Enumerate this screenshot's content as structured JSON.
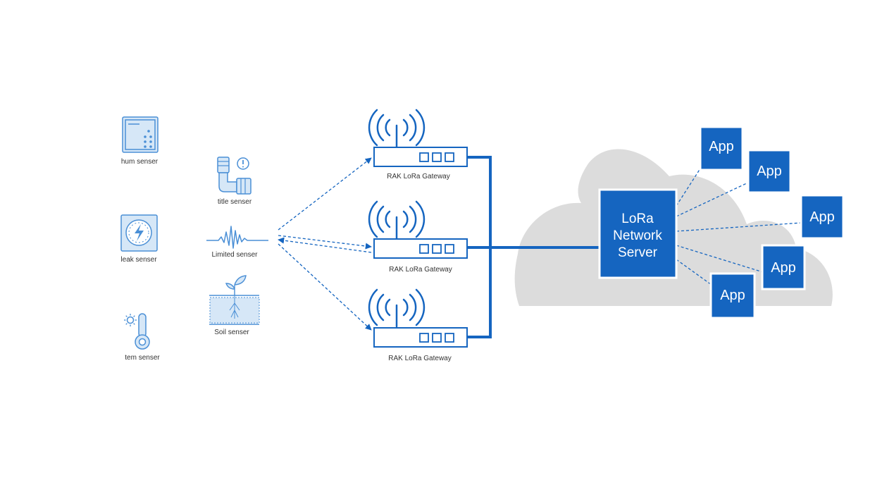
{
  "colors": {
    "primary_blue": "#1565c0",
    "light_blue": "#4a8fd6",
    "icon_fill": "#d6e7f7",
    "cloud_gray": "#dcdcdc",
    "label_text": "#333333"
  },
  "sensors": [
    {
      "label": "hum senser",
      "icon": "humidity-panel-icon"
    },
    {
      "label": "leak senser",
      "icon": "leak-gauge-icon"
    },
    {
      "label": "tem senser",
      "icon": "thermometer-sun-icon"
    },
    {
      "label": "title senser",
      "icon": "tilt-pipe-icon"
    },
    {
      "label": "Limited senser",
      "icon": "vibration-wave-icon"
    },
    {
      "label": "Soil senser",
      "icon": "soil-plant-icon"
    }
  ],
  "gateways": [
    {
      "label": "RAK LoRa Gateway",
      "icon": "antenna-gateway-icon"
    },
    {
      "label": "RAK LoRa Gateway",
      "icon": "antenna-gateway-icon"
    },
    {
      "label": "RAK LoRa Gateway",
      "icon": "antenna-gateway-icon"
    }
  ],
  "server": {
    "lines": [
      "LoRa",
      "Network",
      "Server"
    ],
    "icon": "cloud-icon"
  },
  "apps": [
    "App",
    "App",
    "App",
    "App",
    "App"
  ]
}
